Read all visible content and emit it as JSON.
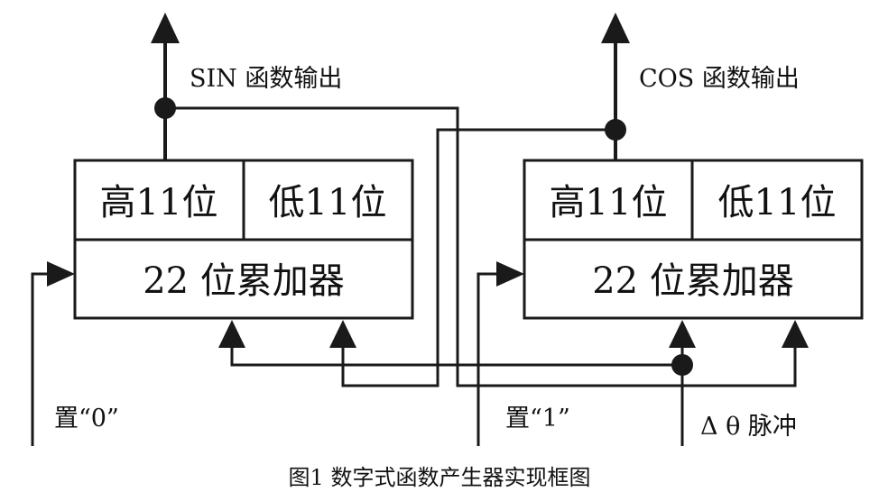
{
  "diagram": {
    "left_block": {
      "high_label": "高11位",
      "low_label": "低11位",
      "acc_label": "22 位累加器",
      "output_label": "SIN 函数输出",
      "reset_label": "置“0”"
    },
    "right_block": {
      "high_label": "高11位",
      "low_label": "低11位",
      "acc_label": "22 位累加器",
      "output_label": "COS 函数输出",
      "reset_label": "置“1”"
    },
    "pulse_label": "Δ θ 脉冲",
    "caption": "图1 数字式函数产生器实现框图"
  }
}
